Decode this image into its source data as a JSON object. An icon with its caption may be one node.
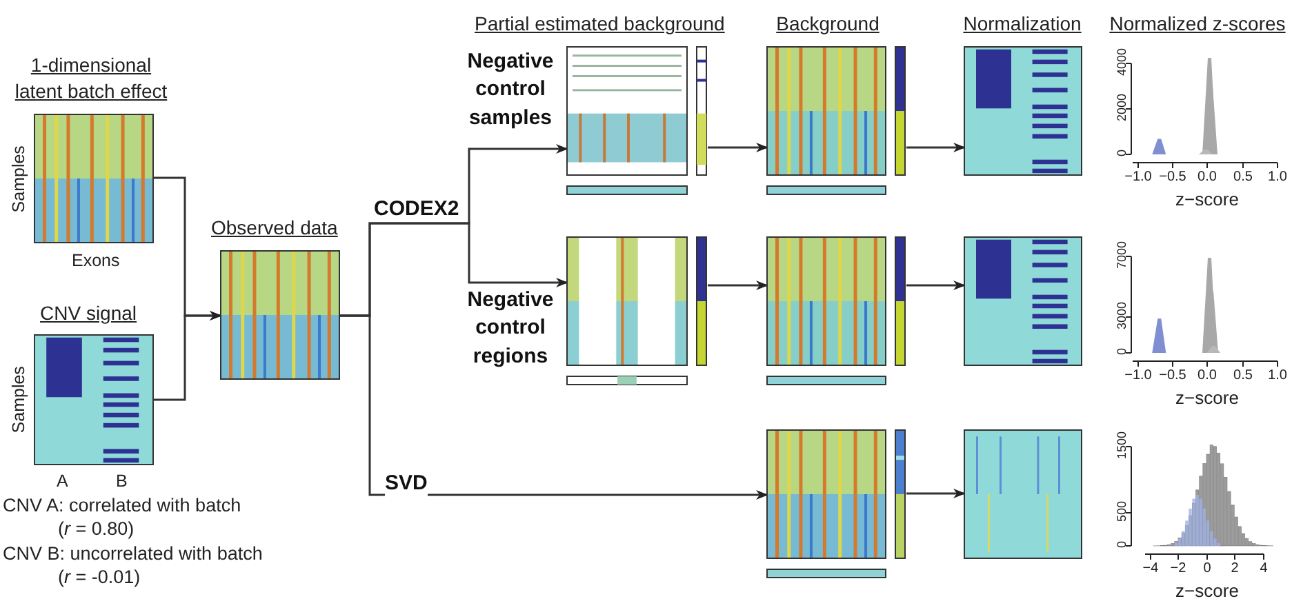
{
  "diagram": {
    "nodes": [
      {
        "text": [],
        "shape": "picture",
        "beside": [
          "1-dimensional latent batch effect",
          "Samples",
          "Exons"
        ]
      },
      {
        "text": [],
        "shape": "picture",
        "beside": [
          "CNV signal",
          "Samples",
          "A",
          "B"
        ]
      },
      {
        "text": [],
        "shape": "picture",
        "beside": [
          "Observed data"
        ]
      },
      {
        "text": [],
        "shape": "picture",
        "beside": [
          "Negative control samples"
        ]
      },
      {
        "text": [],
        "shape": "picture",
        "beside": [
          "Negative control regions"
        ]
      },
      {
        "text": [],
        "shape": "picture"
      },
      {
        "text": [],
        "shape": "picture"
      },
      {
        "text": [],
        "shape": "picture"
      },
      {
        "text": [],
        "shape": "picture"
      },
      {
        "text": [],
        "shape": "picture"
      },
      {
        "text": [],
        "shape": "picture"
      }
    ],
    "edges": [
      {
        "from": 0,
        "to": 2,
        "arrow": "to"
      },
      {
        "from": 1,
        "to": 2,
        "arrow": "to"
      },
      {
        "from": 2,
        "to": 3,
        "arrow": "to"
      },
      {
        "from": 2,
        "to": 4,
        "arrow": "to"
      },
      {
        "from": 2,
        "to": 7,
        "arrow": "to",
        "label": "SVD"
      },
      {
        "from": 3,
        "to": 5,
        "arrow": "to"
      },
      {
        "from": 4,
        "to": 6,
        "arrow": "to"
      },
      {
        "from": 5,
        "to": 8,
        "arrow": "to"
      },
      {
        "from": 6,
        "to": 9,
        "arrow": "to"
      },
      {
        "from": 7,
        "to": 10,
        "arrow": "to"
      }
    ],
    "labels": [
      "Partial estimated background",
      "Background",
      "Normalization",
      "Normalized z-scores",
      "CODEX2",
      "CNV A: correlated with batch",
      "(*r* = 0.80)",
      "CNV B: uncorrelated with batch",
      "(*r* = -0.01)",
      "0",
      "2000",
      "4000",
      "−1.0",
      "−0.5",
      "0.0",
      "0.5",
      "1.0",
      "z−score",
      "0",
      "3000",
      "7000",
      "−1.0",
      "−0.5",
      "0.0",
      "0.5",
      "1.0",
      "z−score",
      "0",
      "500",
      "1500",
      "−4",
      "−2",
      "0",
      "2",
      "4",
      "z−score"
    ]
  }
}
